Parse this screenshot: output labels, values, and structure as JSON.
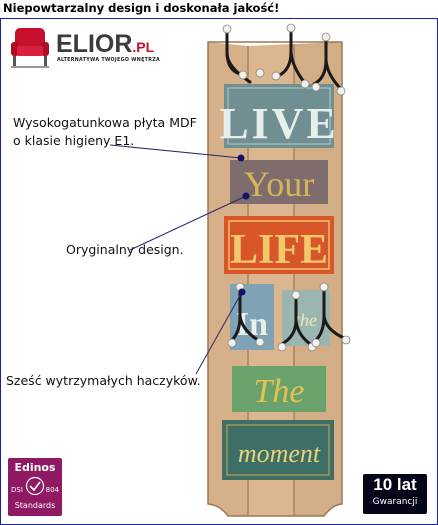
{
  "header": {
    "headline": "Niepowtarzalny design i doskonała jakość!"
  },
  "logo": {
    "brand": "ELIOR",
    "brand_suffix": ".PL",
    "tagline": "ALTERNATYWA TWOJEGO WNĘTRZA"
  },
  "callouts": {
    "mdf_line1": "Wysokogatunkowa płyta MDF",
    "mdf_line2": "o klasie higieny E1.",
    "design": "Oryginalny design.",
    "hooks": "Sześć wytrzymałych haczyków."
  },
  "panel_words": [
    "LIVE",
    "Your",
    "LIFE",
    "In",
    "the",
    "The",
    "moment"
  ],
  "badges": {
    "edinos_title": "Edinos",
    "edinos_dsi": "DSI",
    "edinos_num": "804",
    "edinos_standards": "Standards",
    "warranty_years": "10 lat",
    "warranty_label": "Gwarancji"
  },
  "colors": {
    "accent_border": "#1a1fa8",
    "wood": "#d9b48a",
    "edinos": "#8f1a63",
    "warranty": "#05051a",
    "logo_red": "#c8102e"
  },
  "icons": [
    "armchair-icon",
    "hook-icon",
    "shield-icon"
  ]
}
